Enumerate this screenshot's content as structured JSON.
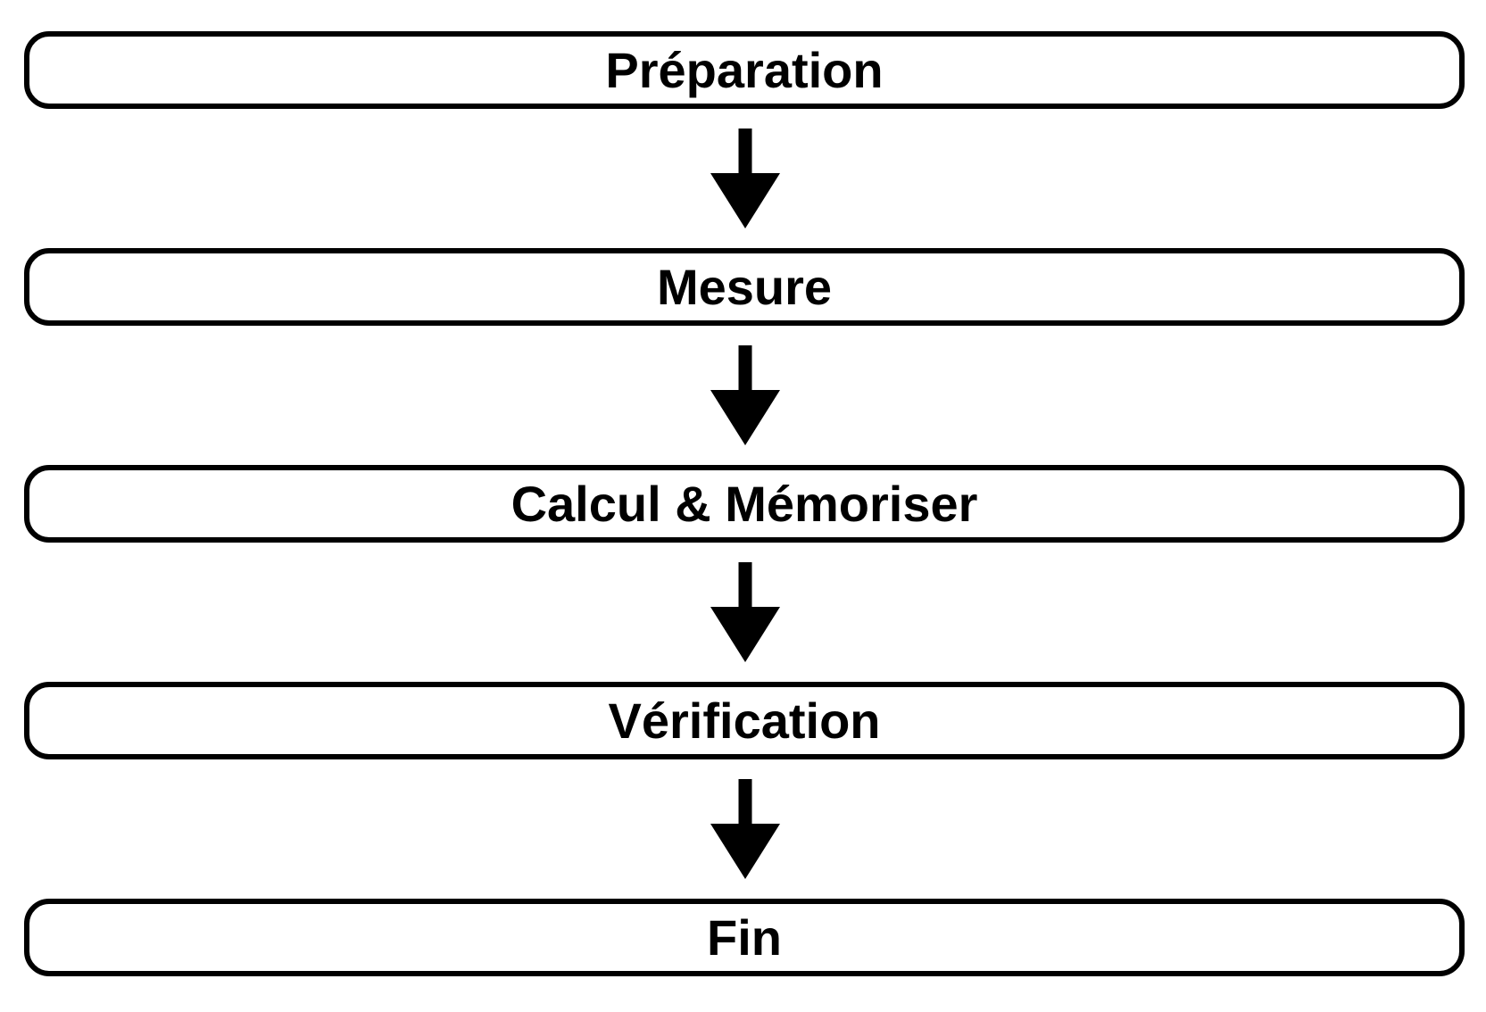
{
  "diagram": {
    "type": "flowchart",
    "direction": "top-to-bottom",
    "nodes": [
      {
        "label": "Préparation"
      },
      {
        "label": "Mesure"
      },
      {
        "label": "Calcul & Mémoriser"
      },
      {
        "label": "Vérification"
      },
      {
        "label": "Fin"
      }
    ],
    "connectors": [
      {
        "from": "Préparation",
        "to": "Mesure",
        "icon": "arrow-down-icon"
      },
      {
        "from": "Mesure",
        "to": "Calcul & Mémoriser",
        "icon": "arrow-down-icon"
      },
      {
        "from": "Calcul & Mémoriser",
        "to": "Vérification",
        "icon": "arrow-down-icon"
      },
      {
        "from": "Vérification",
        "to": "Fin",
        "icon": "arrow-down-icon"
      }
    ],
    "colors": {
      "background": "#ffffff",
      "node_fill": "#ffffff",
      "node_border": "#000000",
      "text": "#000000",
      "arrow": "#000000"
    }
  }
}
